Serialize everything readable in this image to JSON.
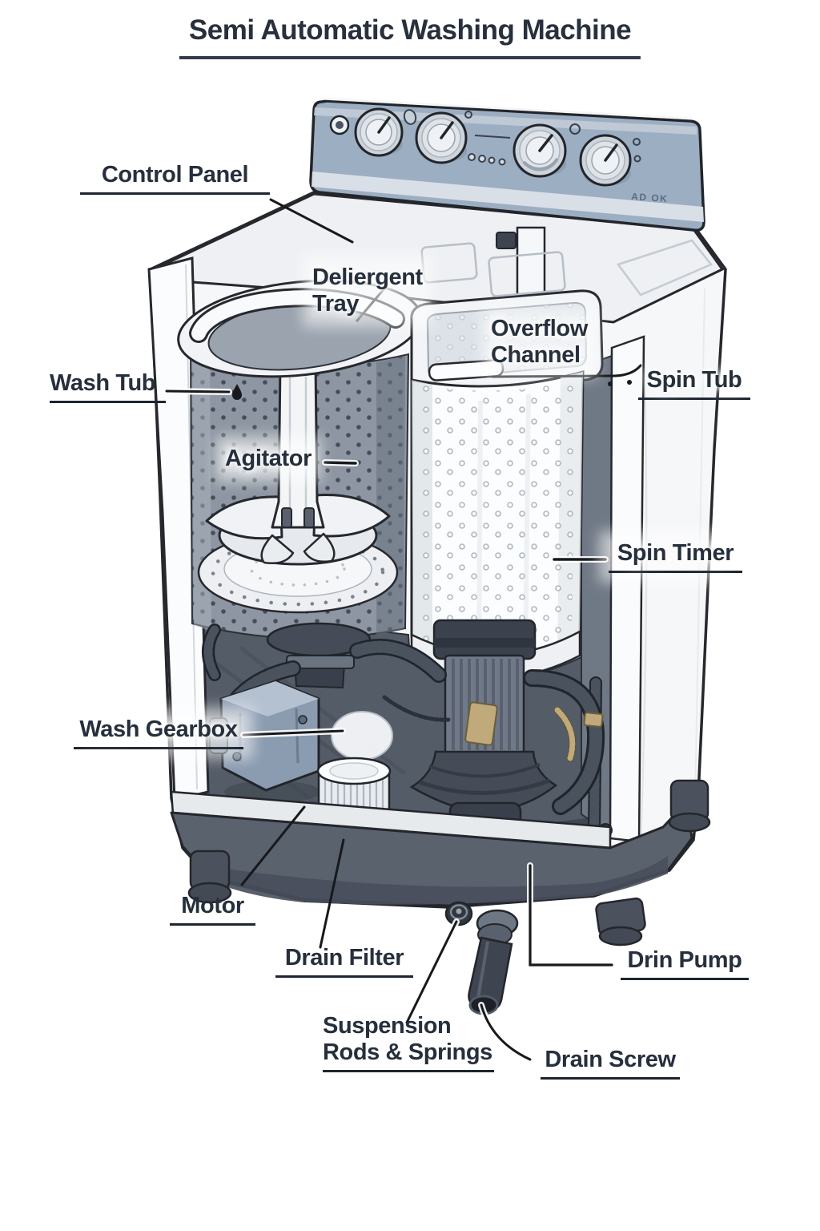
{
  "page": {
    "title": "Semi Automatic Washing Machine",
    "background_color": "#ffffff"
  },
  "diagram": {
    "type": "labeled-illustration",
    "subject": "Semi automatic twin-tub washing machine cutaway view",
    "control_panel_marking": "AD OK",
    "knob_count": 4,
    "labels": {
      "control_panel": {
        "text": "Control Panel",
        "underlined": true
      },
      "detergent_tray": {
        "line1": "Deliergent",
        "line2": "Tray",
        "underlined": false
      },
      "overflow_channel": {
        "line1": "Overflow",
        "line2": "Channel",
        "underlined": false
      },
      "wash_tub": {
        "text": "Wash Tub",
        "underlined": true
      },
      "spin_tub": {
        "text": "Spin Tub",
        "underlined": true
      },
      "agitator": {
        "text": "Agitator",
        "underlined": false
      },
      "spin_timer": {
        "text": "Spin Timer",
        "underlined": true
      },
      "wash_gearbox": {
        "text": "Wash Gearbox",
        "underlined": true
      },
      "motor": {
        "text": "Motor",
        "underlined": true
      },
      "drain_filter": {
        "text": "Drain Filter",
        "underlined": true
      },
      "drain_pump": {
        "text": "Drin Pump",
        "underlined": true
      },
      "suspension_rods_springs": {
        "line1": "Suspension",
        "line2": "Rods & Springs",
        "underlined": true
      },
      "drain_screw": {
        "text": "Drain Screw",
        "underlined": true
      }
    },
    "colors": {
      "label_text": "#262f3c",
      "leader_line": "#17191d",
      "panel_blue": "#9caec2",
      "machine_white": "#f6f7f9",
      "interior_gray": "#545c68",
      "base_gray": "#5a626e",
      "accent_gold": "#c0aa7b"
    }
  }
}
